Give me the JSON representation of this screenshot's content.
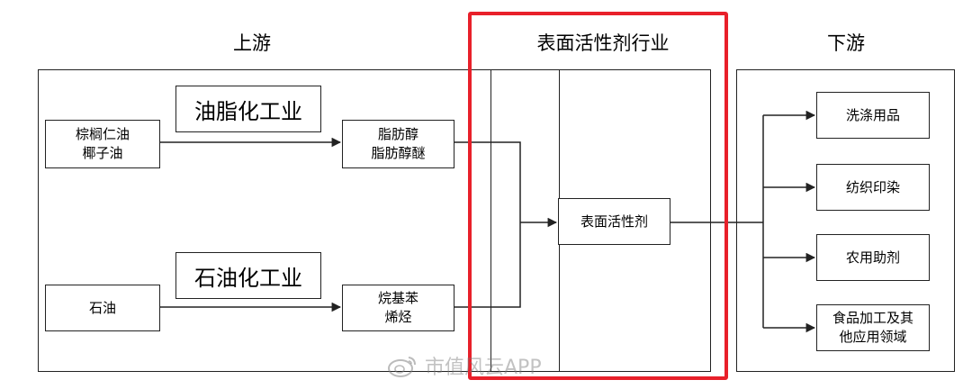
{
  "regions": {
    "upstream": "上游",
    "industry": "表面活性剂行业",
    "downstream": "下游"
  },
  "processes": {
    "oleochemical": "油脂化工业",
    "petrochemical": "石油化工业"
  },
  "nodes": {
    "palm_kernel_oil": [
      "棕榈仁油",
      "椰子油"
    ],
    "petroleum": "石油",
    "fatty_alcohol": [
      "脂肪醇",
      "脂肪醇醚"
    ],
    "alkylbenzene": [
      "烷基苯",
      "烯烃"
    ],
    "surfactant": "表面活性剂"
  },
  "applications": [
    [
      "洗涤用品"
    ],
    [
      "纺织印染"
    ],
    [
      "农用助剂"
    ],
    [
      "食品加工及其",
      "他应用领域"
    ]
  ],
  "watermark": "市值风云APP",
  "colors": {
    "highlight": "#e8202a",
    "line": "#222222"
  }
}
